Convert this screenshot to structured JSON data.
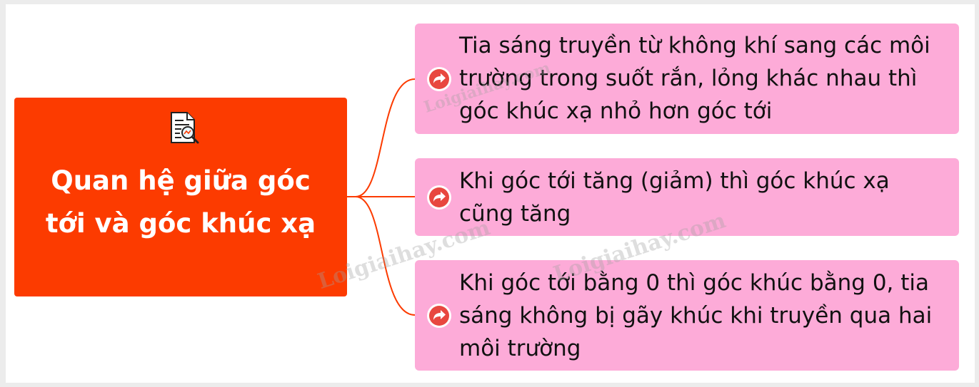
{
  "central": {
    "title": "Quan hệ giữa góc tới và góc khúc xạ",
    "icon": "document-search-icon"
  },
  "branches": [
    {
      "text": "Tia sáng truyền từ không khí sang các môi trường trong suốt rắn, lỏng khác nhau thì góc khúc xạ nhỏ hơn góc tới",
      "icon": "arrow-forward-icon"
    },
    {
      "text": "Khi góc tới tăng (giảm) thì góc khúc xạ cũng tăng",
      "icon": "arrow-forward-icon"
    },
    {
      "text": "Khi góc tới bằng 0 thì góc khúc bằng 0, tia sáng không bị gãy khúc khi truyền qua hai môi trường",
      "icon": "arrow-forward-icon"
    }
  ],
  "watermark": "Loigiaihay.com",
  "colors": {
    "central_bg": "#fc3b00",
    "branch_bg": "#fdabd8",
    "connector": "#fc3b00",
    "icon_bg": "#e8473f"
  }
}
